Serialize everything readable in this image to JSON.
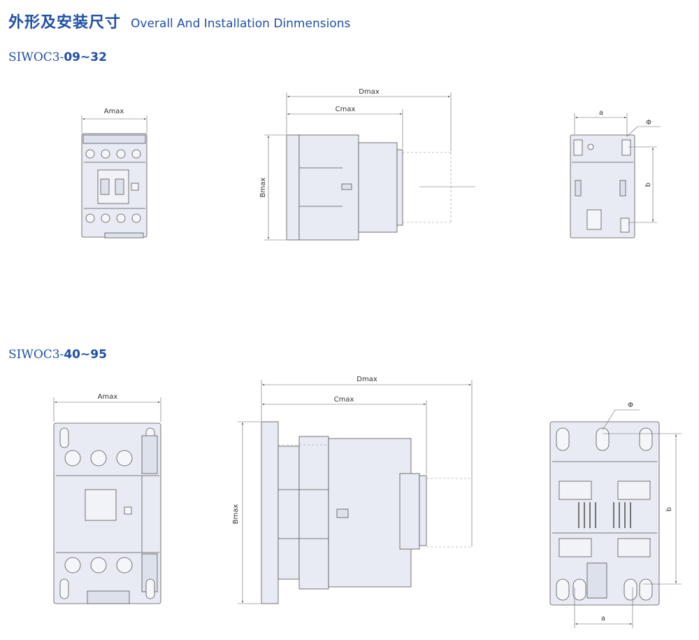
{
  "header": {
    "title_cn": "外形及安装尺寸",
    "title_en": "Overall And Installation Dinmensions"
  },
  "sections": [
    {
      "model_prefix": "SIWOC3-",
      "model_range": "09~32",
      "labels": {
        "amax": "Amax",
        "bmax": "Bmax",
        "cmax": "Cmax",
        "dmax": "Dmax",
        "a": "a",
        "b": "b",
        "phi": "Φ"
      }
    },
    {
      "model_prefix": "SIWOC3-",
      "model_range": "40~95",
      "labels": {
        "amax": "Amax",
        "bmax": "Bmax",
        "cmax": "Cmax",
        "dmax": "Dmax",
        "a": "a",
        "b": "b",
        "phi": "Φ"
      }
    }
  ],
  "colors": {
    "brand_blue": "#1f4fa8",
    "body_fill": "#e8ebf3",
    "outline": "#555555",
    "dim_line": "#666666"
  }
}
